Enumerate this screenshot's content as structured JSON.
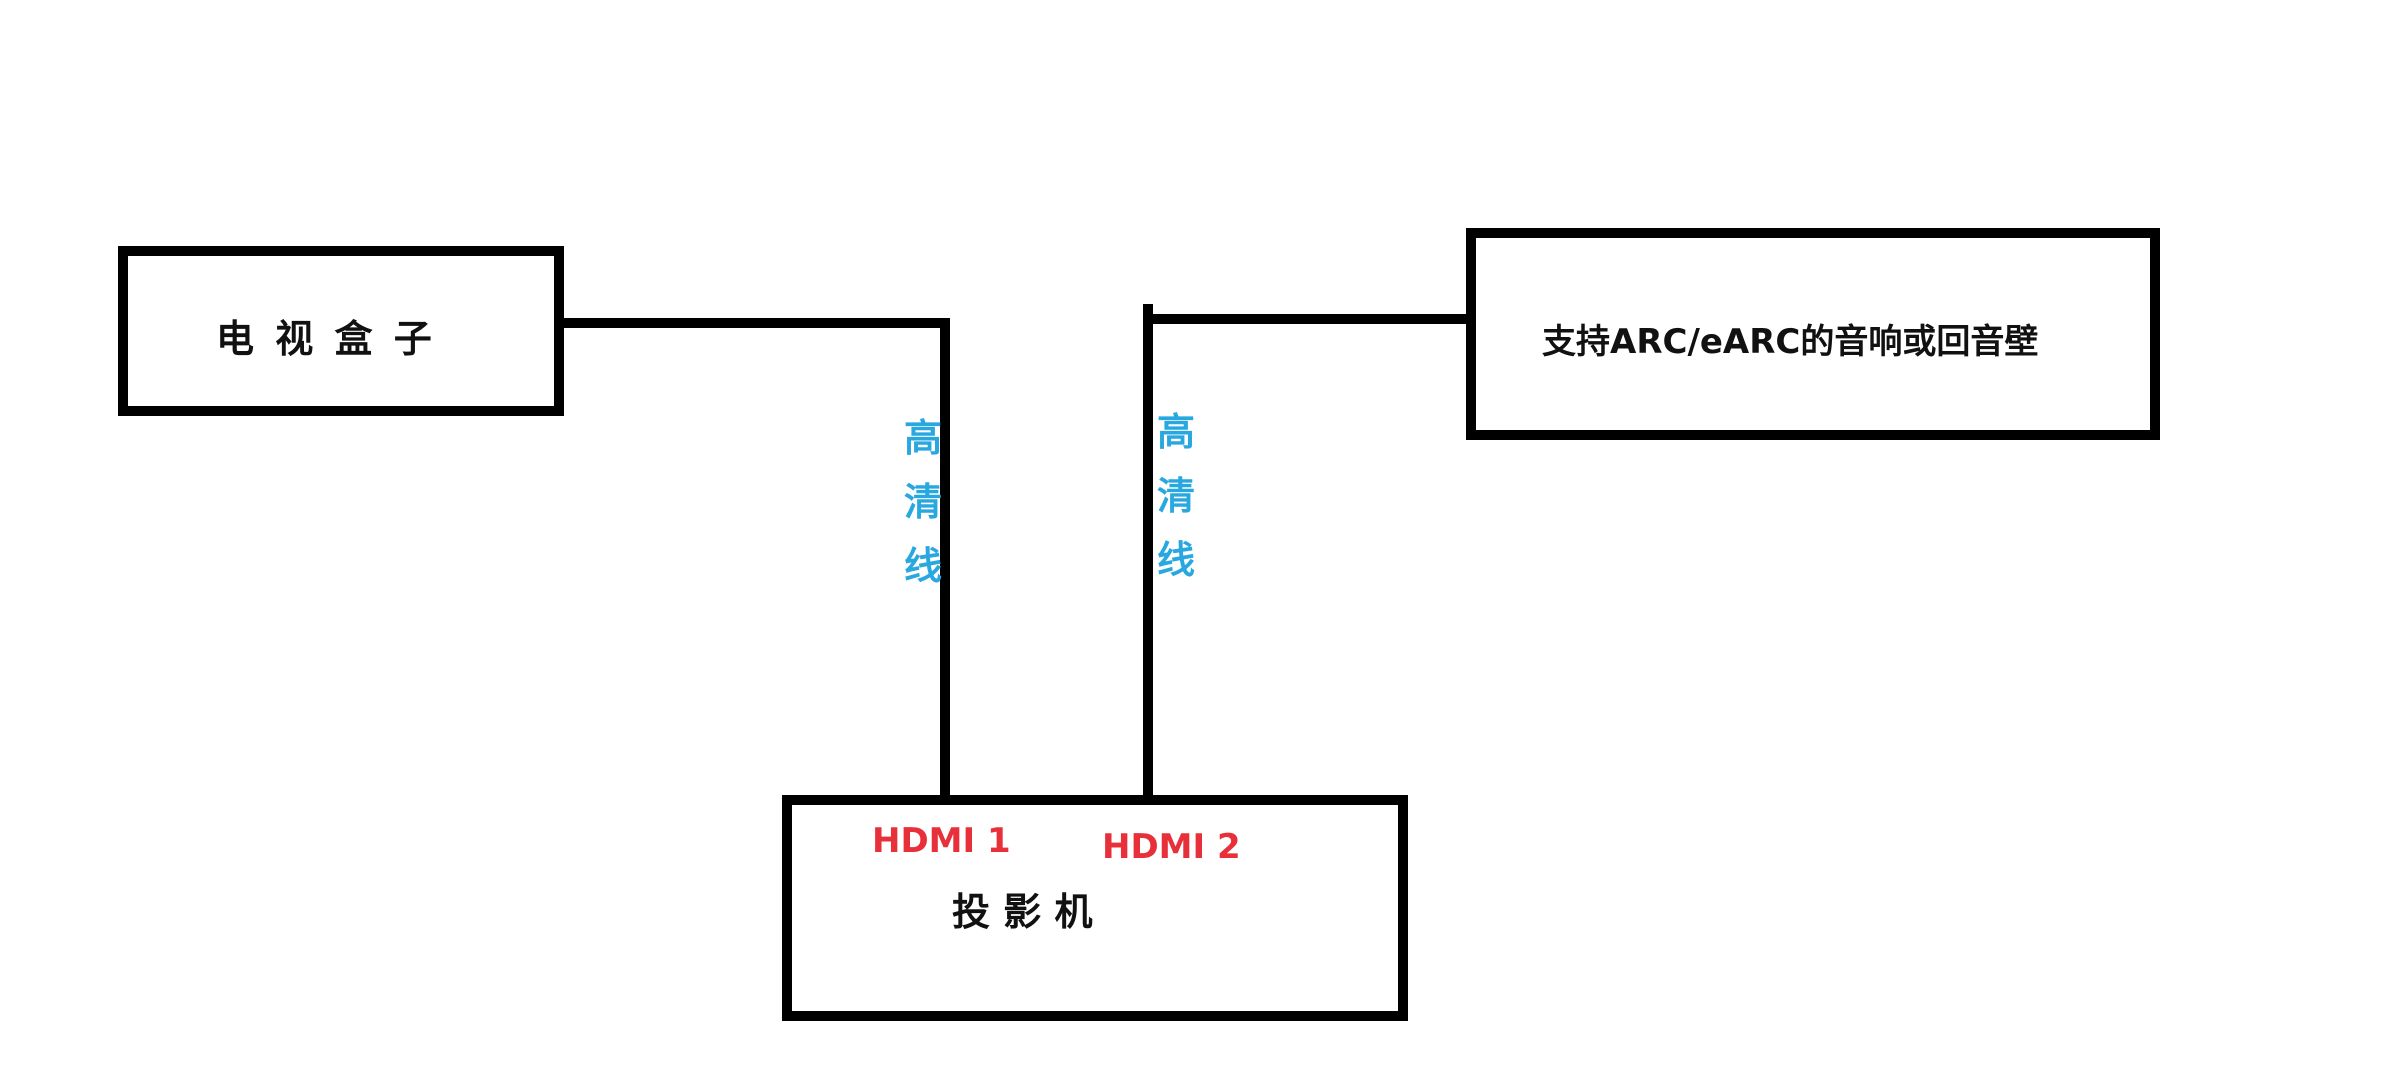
{
  "colors": {
    "box_border": "#000000",
    "wire": "#000000",
    "cable_label": "#29a8e0",
    "port_label": "#e8303a",
    "background": "#ffffff"
  },
  "tv_box": {
    "label": "电 视  盒  子"
  },
  "soundbar": {
    "label": "支持ARC/eARC的音响或回音壁"
  },
  "projector": {
    "label": "投    影      机",
    "ports": {
      "hdmi1": "HDMI 1",
      "hdmi2": "HDMI 2"
    }
  },
  "cables": {
    "left_label": "高清线",
    "right_label": "高清线"
  }
}
